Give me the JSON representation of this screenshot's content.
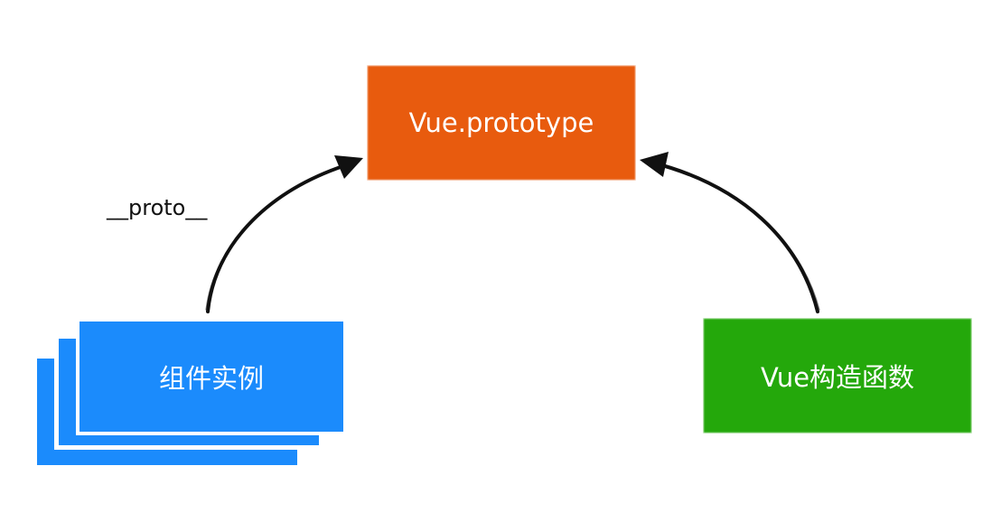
{
  "nodes": {
    "prototype": {
      "label": "Vue.prototype",
      "color": "#E85B0E"
    },
    "instance": {
      "label": "组件实例",
      "color": "#1B8BFC"
    },
    "constructor": {
      "label": "Vue构造函数",
      "color": "#24A80B"
    }
  },
  "edges": {
    "instance_to_prototype": {
      "label": "__proto__"
    },
    "constructor_to_prototype": {
      "label": ""
    }
  },
  "colors": {
    "arrow": "#111111",
    "background": "#ffffff"
  }
}
